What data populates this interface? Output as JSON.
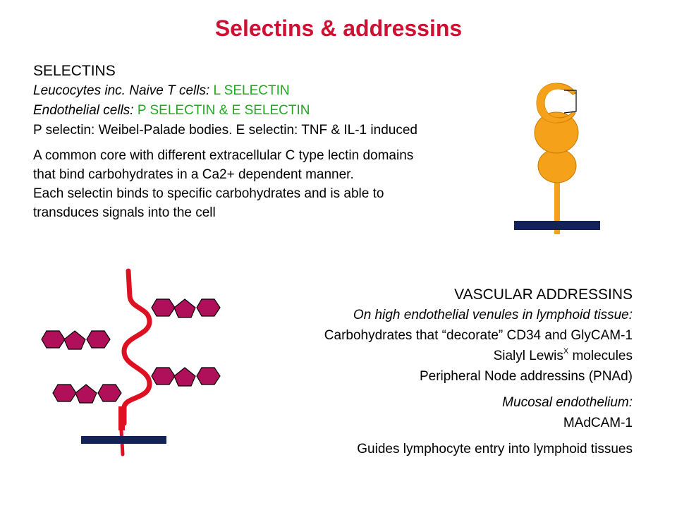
{
  "title": "Selectins & addressins",
  "selectins": {
    "heading": "SELECTINS",
    "line1_italic": "Leucocytes inc. Naive T cells:",
    "line1_value": " L SELECTIN",
    "line2_italic": "Endothelial cells:",
    "line2_value": " P SELECTIN & E SELECTIN",
    "line3": "P selectin: Weibel-Palade bodies. E selectin: TNF & IL-1 induced",
    "para_lines": [
      "A common core with different extracellular C type lectin domains",
      "that bind carbohydrates in a Ca2+ dependent manner.",
      "Each selectin binds to specific carbohydrates and is able to",
      "transduces signals into the cell"
    ]
  },
  "addressins": {
    "heading": "VASCULAR ADDRESSINS",
    "line1": "On high endothelial venules in lymphoid tissue:",
    "line2": "Carbohydrates that “decorate” CD34 and GlyCAM-1",
    "line3_pre": "Sialyl Lewis",
    "line3_sup": "X",
    "line3_post": " molecules",
    "line4": "Peripheral Node addressins (PNAd)",
    "line5": "Mucosal endothelium:",
    "line6": "MAdCAM-1",
    "line7": "Guides lymphocyte entry into lymphoid tissues"
  },
  "colors": {
    "title": "#cc1133",
    "green_text": "#22a822",
    "selectin_orange": "#f5a21a",
    "membrane_navy": "#132357",
    "addressin_red": "#dd1122",
    "carbohydrate_magenta": "#b0105a"
  }
}
